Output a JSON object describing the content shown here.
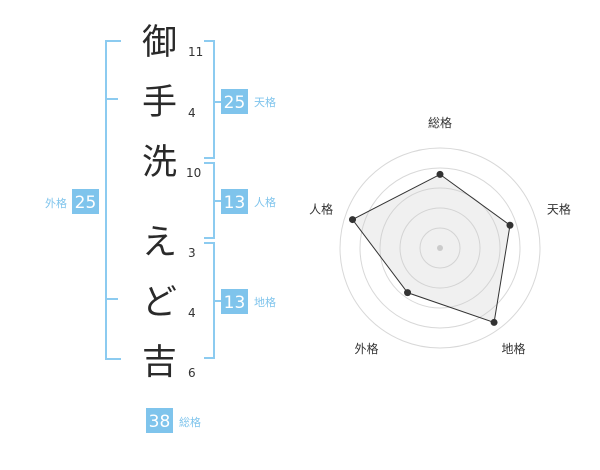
{
  "name_chars": [
    {
      "char": "御",
      "strokes": "11"
    },
    {
      "char": "手",
      "strokes": "4"
    },
    {
      "char": "洗",
      "strokes": "10"
    },
    {
      "char": "え",
      "strokes": "3"
    },
    {
      "char": "ど",
      "strokes": "4"
    },
    {
      "char": "吉",
      "strokes": "6"
    }
  ],
  "fortunes": {
    "tenkaku": {
      "value": "25",
      "label": "天格"
    },
    "jinkaku": {
      "value": "13",
      "label": "人格"
    },
    "chikaku": {
      "value": "13",
      "label": "地格"
    },
    "gaikaku": {
      "value": "25",
      "label": "外格"
    },
    "soukaku": {
      "value": "38",
      "label": "総格"
    }
  },
  "colors": {
    "accent": "#8ccbf0",
    "badge": "#7fc4ec",
    "bracket": "#8ccbf0"
  },
  "chart_data": {
    "type": "radar",
    "axes": [
      "総格",
      "天格",
      "地格",
      "外格",
      "人格"
    ],
    "values": [
      4,
      4,
      5,
      3,
      5
    ],
    "range": [
      0,
      5
    ]
  }
}
